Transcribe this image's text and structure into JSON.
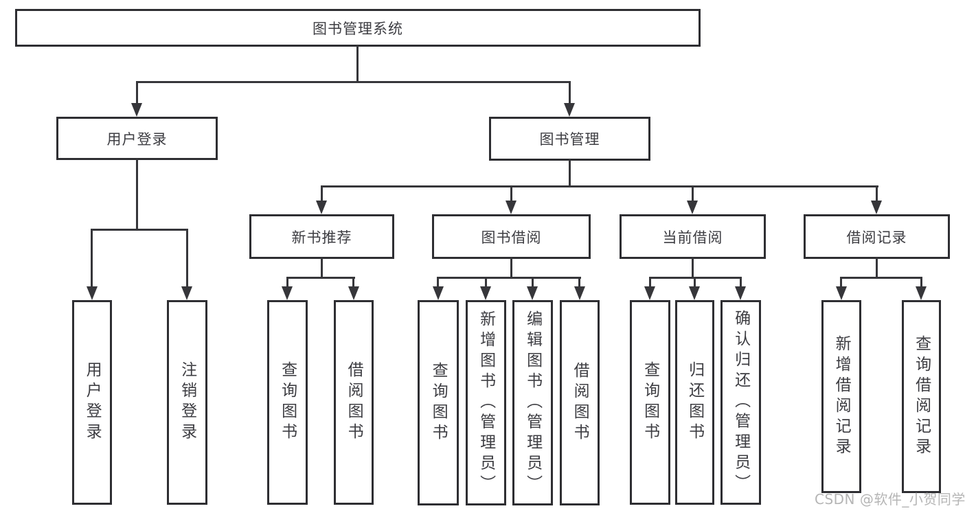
{
  "diagram_title": "图书管理系统",
  "nodes": {
    "root": "图书管理系统",
    "user_login": "用户登录",
    "book_mgmt": "图书管理",
    "new_book_rec": "新书推荐",
    "book_borrow": "图书借阅",
    "current_borrow": "当前借阅",
    "borrow_records": "借阅记录",
    "ul_login": "用户登录",
    "ul_logout": "注销登录",
    "nr_query": "查询图书",
    "nr_borrow": "借阅图书",
    "bb_query": "查询图书",
    "bb_add": "新增图书（管理员）",
    "bb_edit": "编辑图书（管理员）",
    "bb_borrow": "借阅图书",
    "cb_query": "查询图书",
    "cb_return": "归还图书",
    "cb_confirm": "确认归还（管理员）",
    "br_add": "新增借阅记录",
    "br_query": "查询借阅记录"
  },
  "hierarchy": {
    "图书管理系统": {
      "用户登录": [
        "用户登录",
        "注销登录"
      ],
      "图书管理": {
        "新书推荐": [
          "查询图书",
          "借阅图书"
        ],
        "图书借阅": [
          "查询图书",
          "新增图书（管理员）",
          "编辑图书（管理员）",
          "借阅图书"
        ],
        "当前借阅": [
          "查询图书",
          "归还图书",
          "确认归还（管理员）"
        ],
        "借阅记录": [
          "新增借阅记录",
          "查询借阅记录"
        ]
      }
    }
  },
  "watermark": "CSDN @软件_小贺同学",
  "colors": {
    "line": "#36363a",
    "box_border": "#2e2e32",
    "text": "#3d3d42",
    "watermark": "#9d9d9d",
    "background": "#ffffff"
  }
}
